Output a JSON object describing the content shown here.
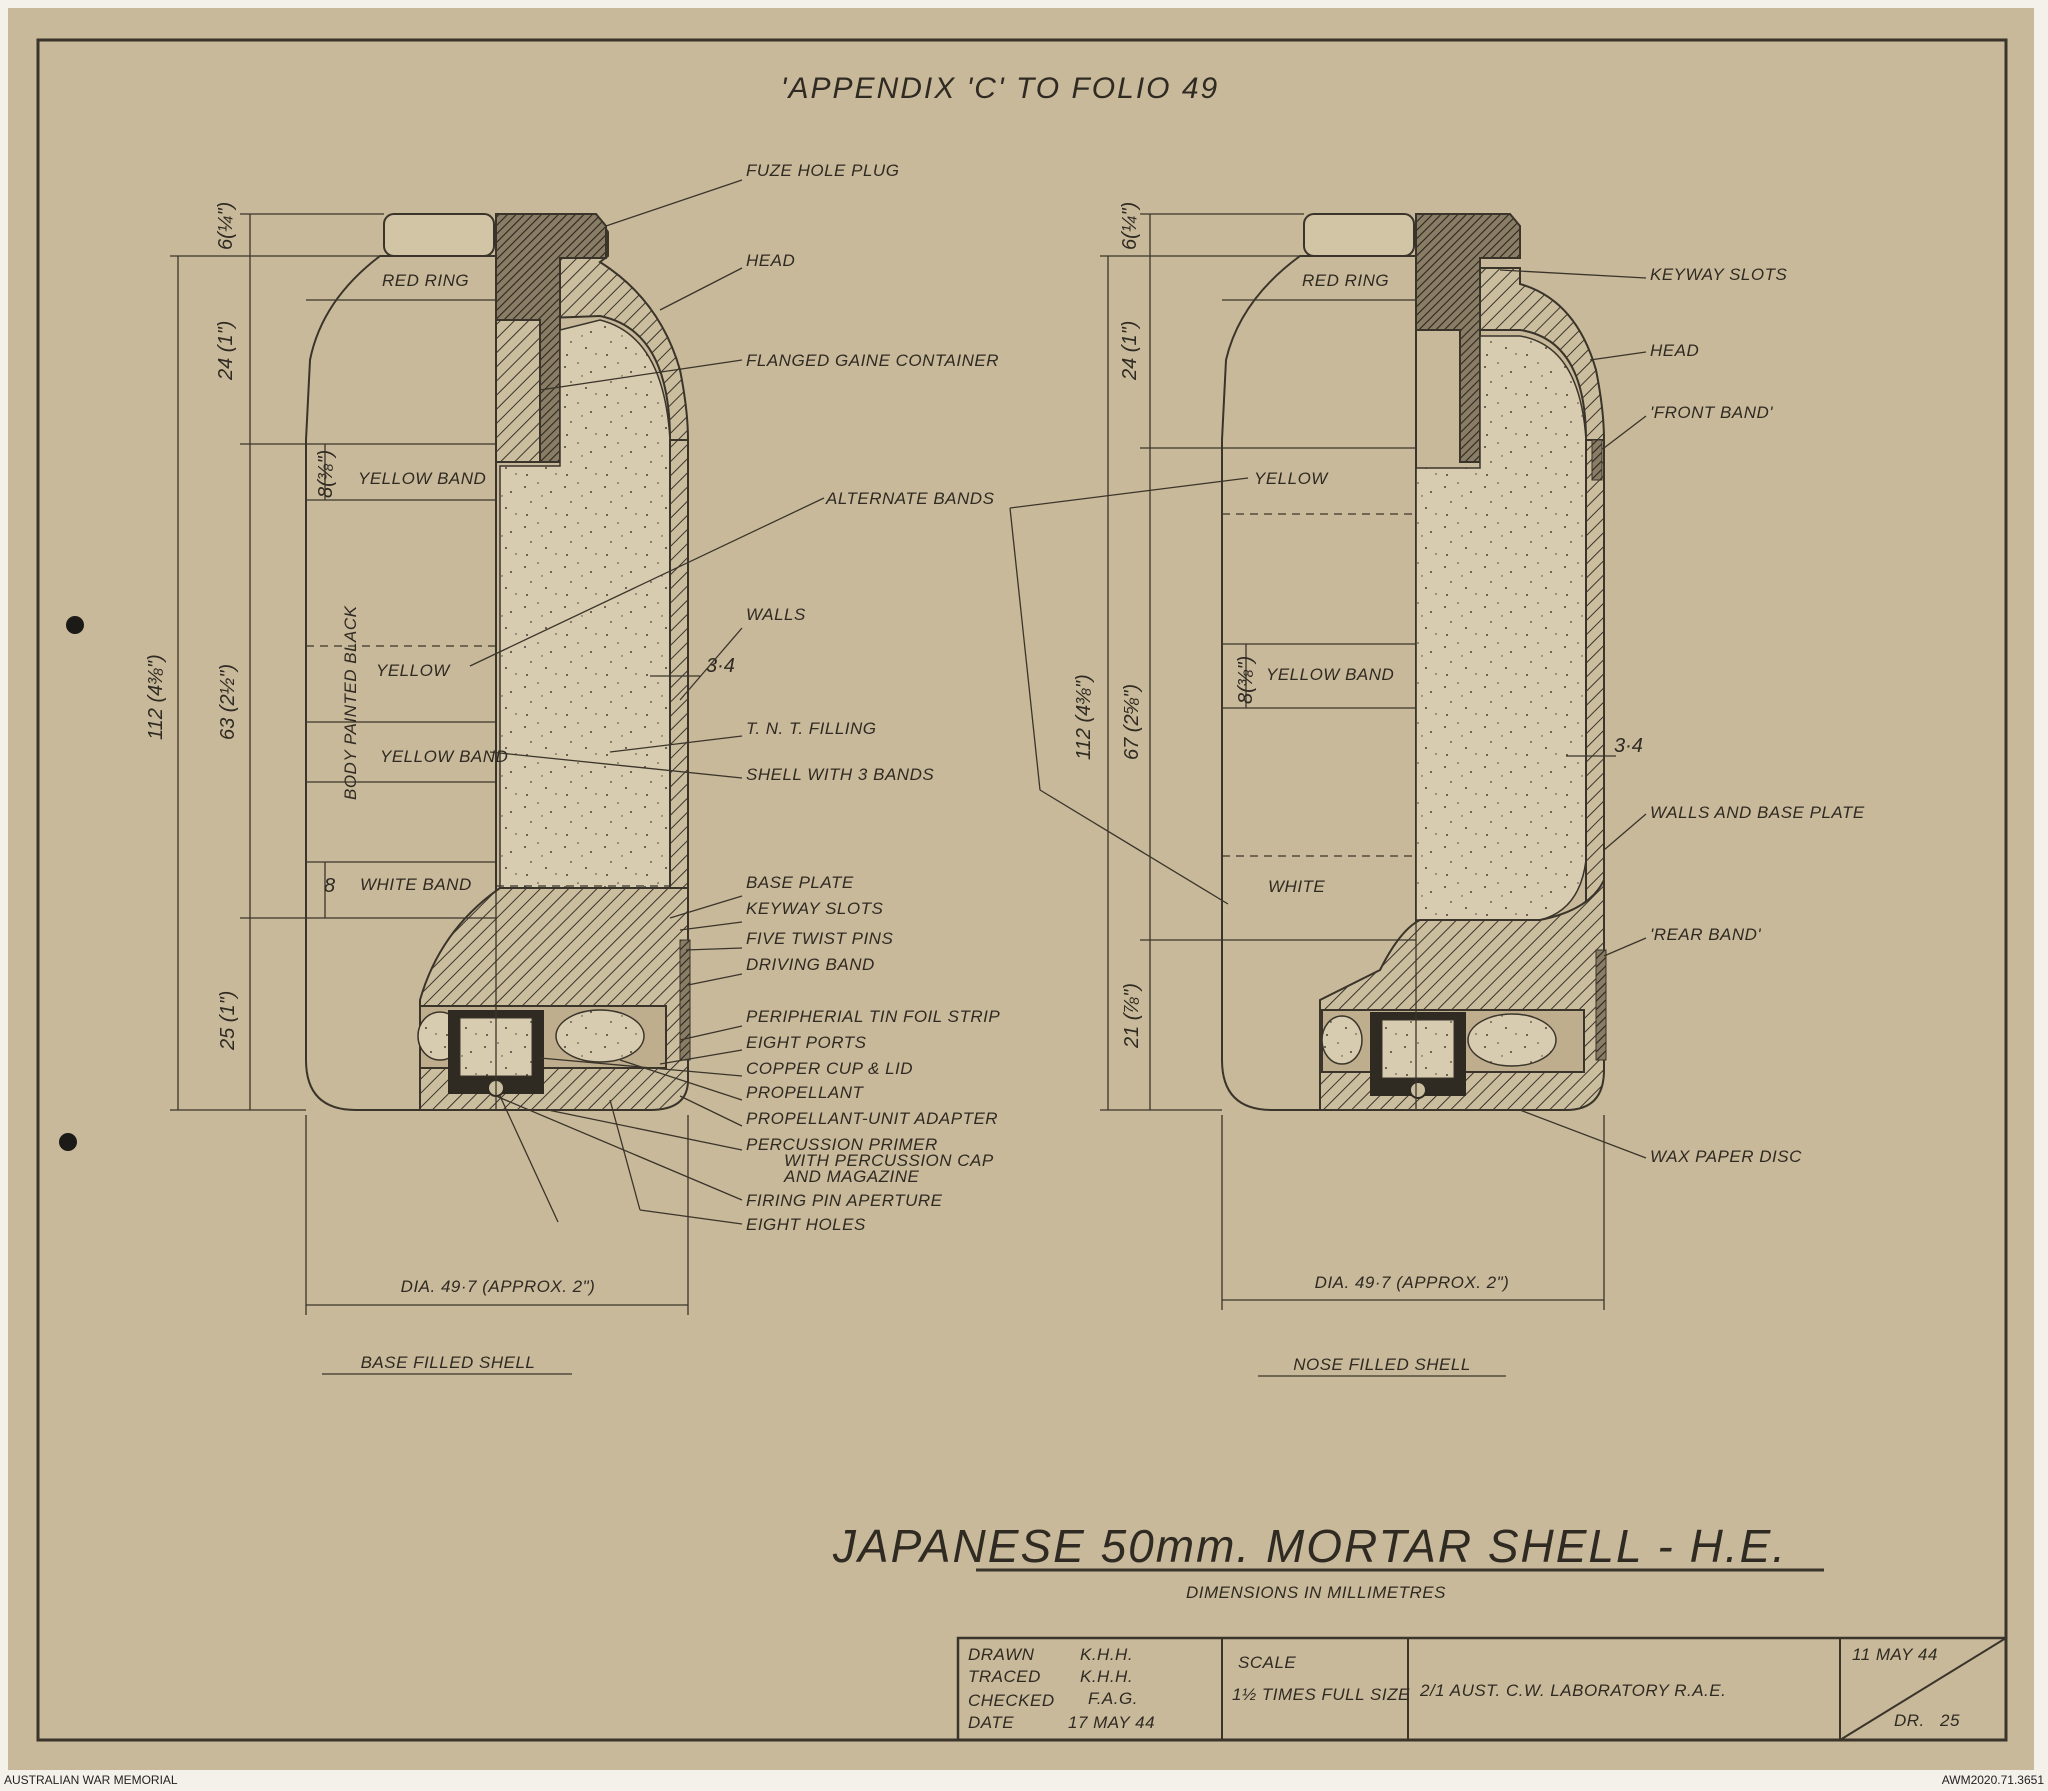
{
  "header": {
    "appendix": "'APPENDIX 'C' TO FOLIO 49"
  },
  "base_shell": {
    "caption": "BASE FILLED SHELL",
    "paint_labels": {
      "red_ring": "RED RING",
      "yellow_band_top": "YELLOW BAND",
      "body_painted_black": "BODY PAINTED BLACK",
      "yellow": "YELLOW",
      "yellow_band_lower": "YELLOW BAND",
      "white_band": "WHITE BAND"
    },
    "dimensions": {
      "d6": "6(¼\")",
      "d24": "24 (1\")",
      "d8": "8(⅜\")",
      "d112": "112 (4⅜\")",
      "d63": "63 (2½\")",
      "d8b": "8",
      "d25": "25 (1\")",
      "wall": "3·4",
      "diameter": "DIA. 49·7 (APPROX. 2\")"
    },
    "callouts": [
      "FUZE HOLE PLUG",
      "HEAD",
      "FLANGED GAINE CONTAINER",
      "WALLS",
      "T. N. T. FILLING",
      "SHELL WITH 3 BANDS",
      "BASE PLATE",
      "KEYWAY SLOTS",
      "FIVE TWIST PINS",
      "DRIVING BAND",
      "PERIPHERIAL TIN FOIL STRIP",
      "EIGHT PORTS",
      "COPPER CUP & LID",
      "PROPELLANT",
      "PROPELLANT-UNIT ADAPTER",
      "PERCUSSION PRIMER",
      "WITH PERCUSSION CAP",
      "AND MAGAZINE",
      "FIRING PIN APERTURE",
      "EIGHT HOLES"
    ]
  },
  "shared": {
    "alternate_bands": "ALTERNATE BANDS"
  },
  "nose_shell": {
    "caption": "NOSE FILLED SHELL",
    "paint_labels": {
      "red_ring": "RED RING",
      "yellow": "YELLOW",
      "yellow_band": "YELLOW BAND",
      "white": "WHITE"
    },
    "dimensions": {
      "d6": "6(¼\")",
      "d24": "24 (1\")",
      "d112": "112 (4⅜\")",
      "d67": "67 (2⅝\")",
      "d8": "8(⅜\")",
      "d21": "21 (⅞\")",
      "wall": "3·4",
      "diameter": "DIA. 49·7 (APPROX. 2\")"
    },
    "callouts": [
      "KEYWAY SLOTS",
      "HEAD",
      "'FRONT BAND'",
      "WALLS AND BASE PLATE",
      "'REAR BAND'",
      "WAX PAPER DISC"
    ]
  },
  "title": {
    "main": "JAPANESE 50mm. MORTAR SHELL - H.E.",
    "sub": "DIMENSIONS IN MILLIMETRES"
  },
  "title_block": {
    "drawn_label": "DRAWN",
    "drawn_value": "K.H.H.",
    "traced_label": "TRACED",
    "traced_value": "K.H.H.",
    "checked_label": "CHECKED",
    "checked_value": "F.A.G.",
    "date_label": "DATE",
    "date_value": "17 MAY 44",
    "scale_label": "SCALE",
    "scale_value": "1½ TIMES FULL SIZE",
    "lab": "2/1 AUST. C.W. LABORATORY R.A.E.",
    "issue_date": "11 MAY 44",
    "dr_label": "DR.",
    "dr_number": "25"
  },
  "footer": {
    "left": "AUSTRALIAN WAR MEMORIAL",
    "right": "AWM2020.71.3651"
  }
}
